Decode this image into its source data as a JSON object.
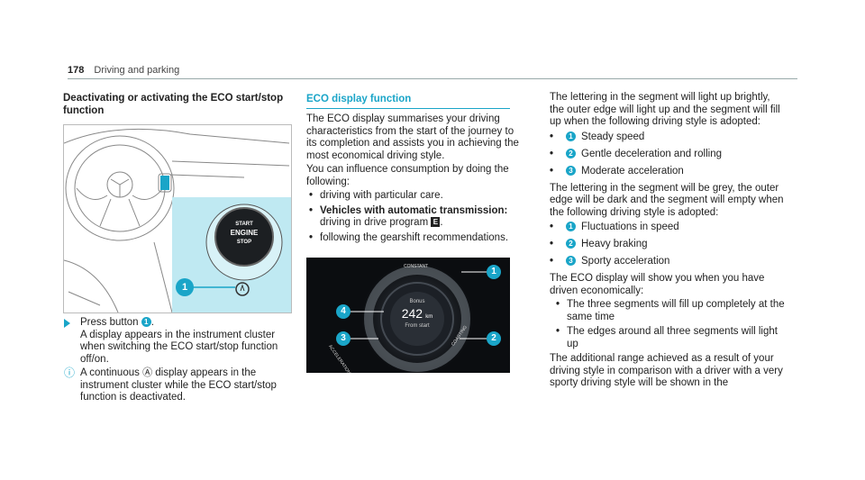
{
  "header": {
    "page_number": "178",
    "section": "Driving and parking"
  },
  "left": {
    "heading": "Deactivating or activating the ECO start/stop function",
    "button_text": [
      "START",
      "ENGINE",
      "STOP"
    ],
    "callout_1": "1",
    "step_prefix": "Press button",
    "step_num": "1",
    "step_suffix": ".",
    "step_line2": "A display appears in the instrument cluster when switching the ECO start/stop function off/on.",
    "info_pre": "A continuous",
    "info_post": "display appears in the instrument cluster while the ECO start/stop function is deactivated."
  },
  "middle": {
    "heading": "ECO display function",
    "para1": "The ECO display summarises your driving characteristics from the start of the journey to its completion and assists you in achieving the most economical driving style.",
    "para2": "You can influence consumption by doing the following:",
    "bullet1": "driving with particular care.",
    "bullet2_bold": "Vehicles with automatic transmission:",
    "bullet2_rest": "driving in drive program",
    "bullet2_glyph": "E",
    "bullet2_end": ".",
    "bullet3": "following the gearshift recommendations.",
    "gauge": {
      "constant": "CONSTANT",
      "acceleration": "ACCELERATION",
      "coasting": "COASTING",
      "bonus": "Bonus",
      "value": "242",
      "unit": "km",
      "from_start": "From start"
    },
    "callouts": [
      "1",
      "2",
      "3",
      "4"
    ]
  },
  "right": {
    "para1": "The lettering in the segment will light up brightly, the outer edge will light up and the segment will fill up when the following driving style is adopted:",
    "list1": [
      {
        "num": "1",
        "text": "Steady speed"
      },
      {
        "num": "2",
        "text": "Gentle deceleration and rolling"
      },
      {
        "num": "3",
        "text": "Moderate acceleration"
      }
    ],
    "para2": "The lettering in the segment will be grey, the outer edge will be dark and the segment will empty when the following driving style is adopted:",
    "list2": [
      {
        "num": "1",
        "text": "Fluctuations in speed"
      },
      {
        "num": "2",
        "text": "Heavy braking"
      },
      {
        "num": "3",
        "text": "Sporty acceleration"
      }
    ],
    "para3": "The ECO display will show you when you have driven economically:",
    "bullet1": "The three segments will fill up completely at the same time",
    "bullet2": "The edges around all three segments will light up",
    "para4": "The additional range achieved as a result of your driving style in comparison with a driver with a very sporty driving style will be shown in the"
  },
  "colors": {
    "accent": "#1aa5c8",
    "panel": "#bfe9f2"
  }
}
